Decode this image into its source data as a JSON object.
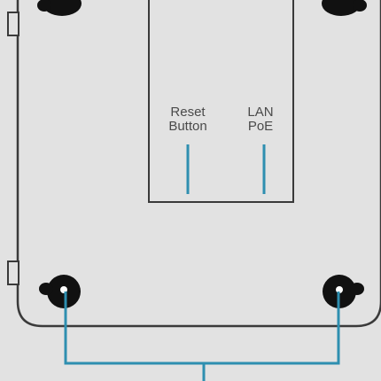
{
  "labels": {
    "reset": {
      "line1": "Reset",
      "line2": "Button"
    },
    "lan": {
      "line1": "LAN",
      "line2": "PoE"
    }
  },
  "colors": {
    "background": "#e2e2e2",
    "outline": "#3a3a3a",
    "hole": "#111111",
    "callout": "#2e8fb0",
    "text": "#4a4a4a"
  }
}
